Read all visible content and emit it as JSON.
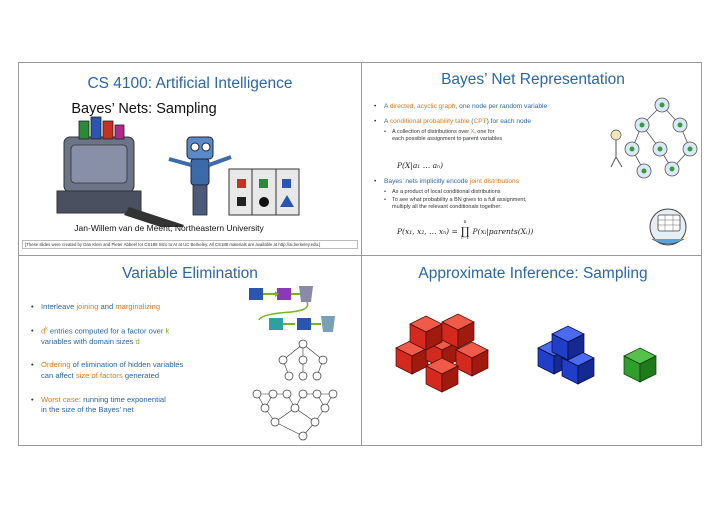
{
  "slide1": {
    "title": "CS 4100: Artificial Intelligence",
    "subtitle": "Bayes’ Nets: Sampling",
    "author": "Jan-Willem van de Meent, Northeastern University",
    "credit": "[These slides were created by Dan Klein and Pieter Abbeel for CS188 Intro to AI at UC Berkeley.  All CS188 materials are available at http://ai.berkeley.edu.]"
  },
  "slide2": {
    "title": "Bayes’ Net Representation",
    "b1": {
      "t1": "A ",
      "t2": "directed, acyclic graph",
      "t3": ", one node per random variable"
    },
    "b2": {
      "t1": "A ",
      "t2": "conditional probability table",
      "t3": " (",
      "t4": "CPT",
      "t5": ") for each node"
    },
    "b2sub": {
      "t1": "A collection of distributions over ",
      "t2": "X",
      "t3": ", one for",
      "line2": "each possible assignment to parent variables"
    },
    "f1": "P(X|a₁ … aₙ)",
    "b3": {
      "t1": "Bayes’ nets implicitly encode ",
      "t2": "joint distributions"
    },
    "b3sub": {
      "t1": "As a product of local conditional distributions",
      "t2": "To see what probability a BN gives to a full assignment,",
      "t3": "multiply all the relevant conditionals together:"
    },
    "f2": {
      "lhs": "P(x₁, x₂, … xₙ) =",
      "prod": "∏",
      "top": "n",
      "bottom": "i=1",
      "rhs": "P(xᵢ|parents(Xᵢ))"
    }
  },
  "slide3": {
    "title": "Variable Elimination",
    "b1": {
      "t1": "Interleave ",
      "t2": "joining",
      "t3": " and ",
      "t4": "marginalizing"
    },
    "b2": {
      "t1": "d",
      "t2": "k",
      "t3": " entries computed for a factor over ",
      "t4": "k",
      "t5": "variables with domain sizes ",
      "t6": "d"
    },
    "b3": {
      "t1": "Ordering",
      "t2": " of elimination of hidden variables",
      "t3": "can affect ",
      "t4": "size of factors",
      "t5": " generated"
    },
    "b4": {
      "t1": "Worst case",
      "t2": ": running time exponential",
      "t3": "in the size of the Bayes’ net"
    }
  },
  "slide4": {
    "title": "Approximate Inference: Sampling"
  },
  "colors": {
    "blue": "#2b66a6",
    "orange": "#e07a1a",
    "green": "#7ab125",
    "red": "#d42a1e",
    "cube_blue": "#1f3fc8",
    "cube_green": "#2f9e2a"
  }
}
